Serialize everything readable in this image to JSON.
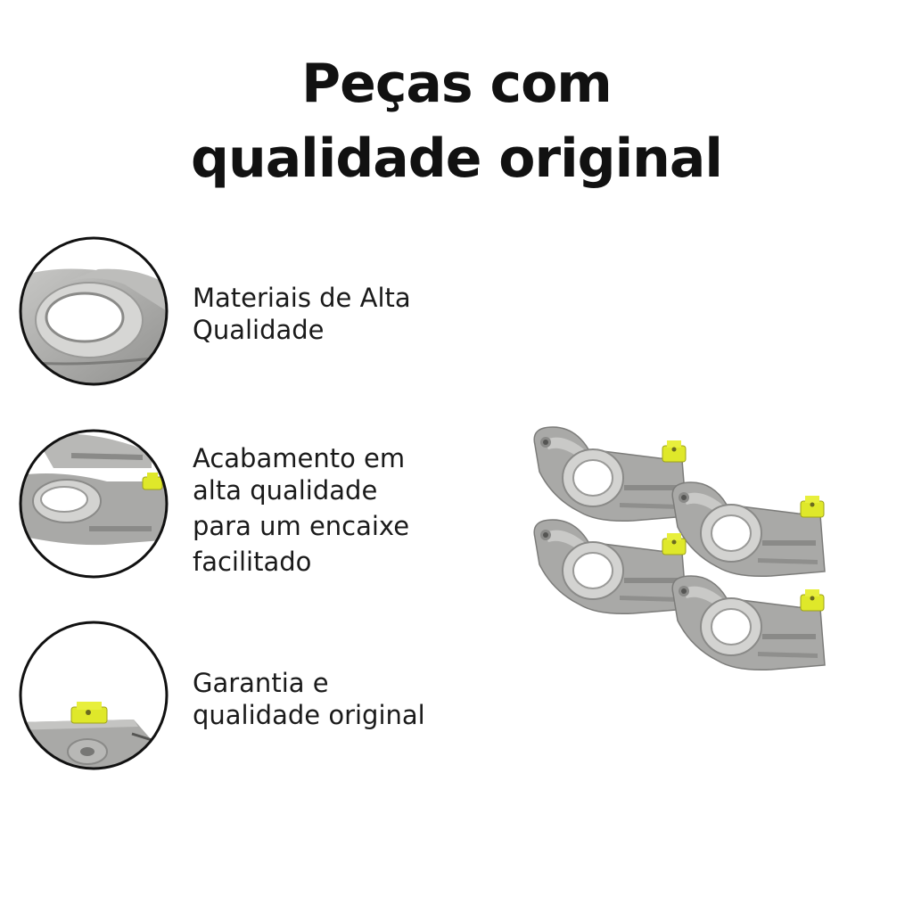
{
  "title": {
    "line1": "Peças com",
    "line2": "qualidade original"
  },
  "features": [
    {
      "icon": "part-ring-detail-icon",
      "lines": [
        "Materiais de Alta",
        "Qualidade"
      ]
    },
    {
      "icon": "part-finish-detail-icon",
      "lines": [
        "Acabamento em",
        "alta qualidade",
        "para um encaixe",
        "facilitado"
      ]
    },
    {
      "icon": "part-plug-detail-icon",
      "lines": [
        "Garantia e",
        "qualidade original"
      ]
    }
  ],
  "colors": {
    "metal": "#a9a9a7",
    "metal_light": "#d3d3d1",
    "metal_dark": "#7c7c7a",
    "accent_yellow": "#dfe82a",
    "circle_border": "#111111"
  }
}
